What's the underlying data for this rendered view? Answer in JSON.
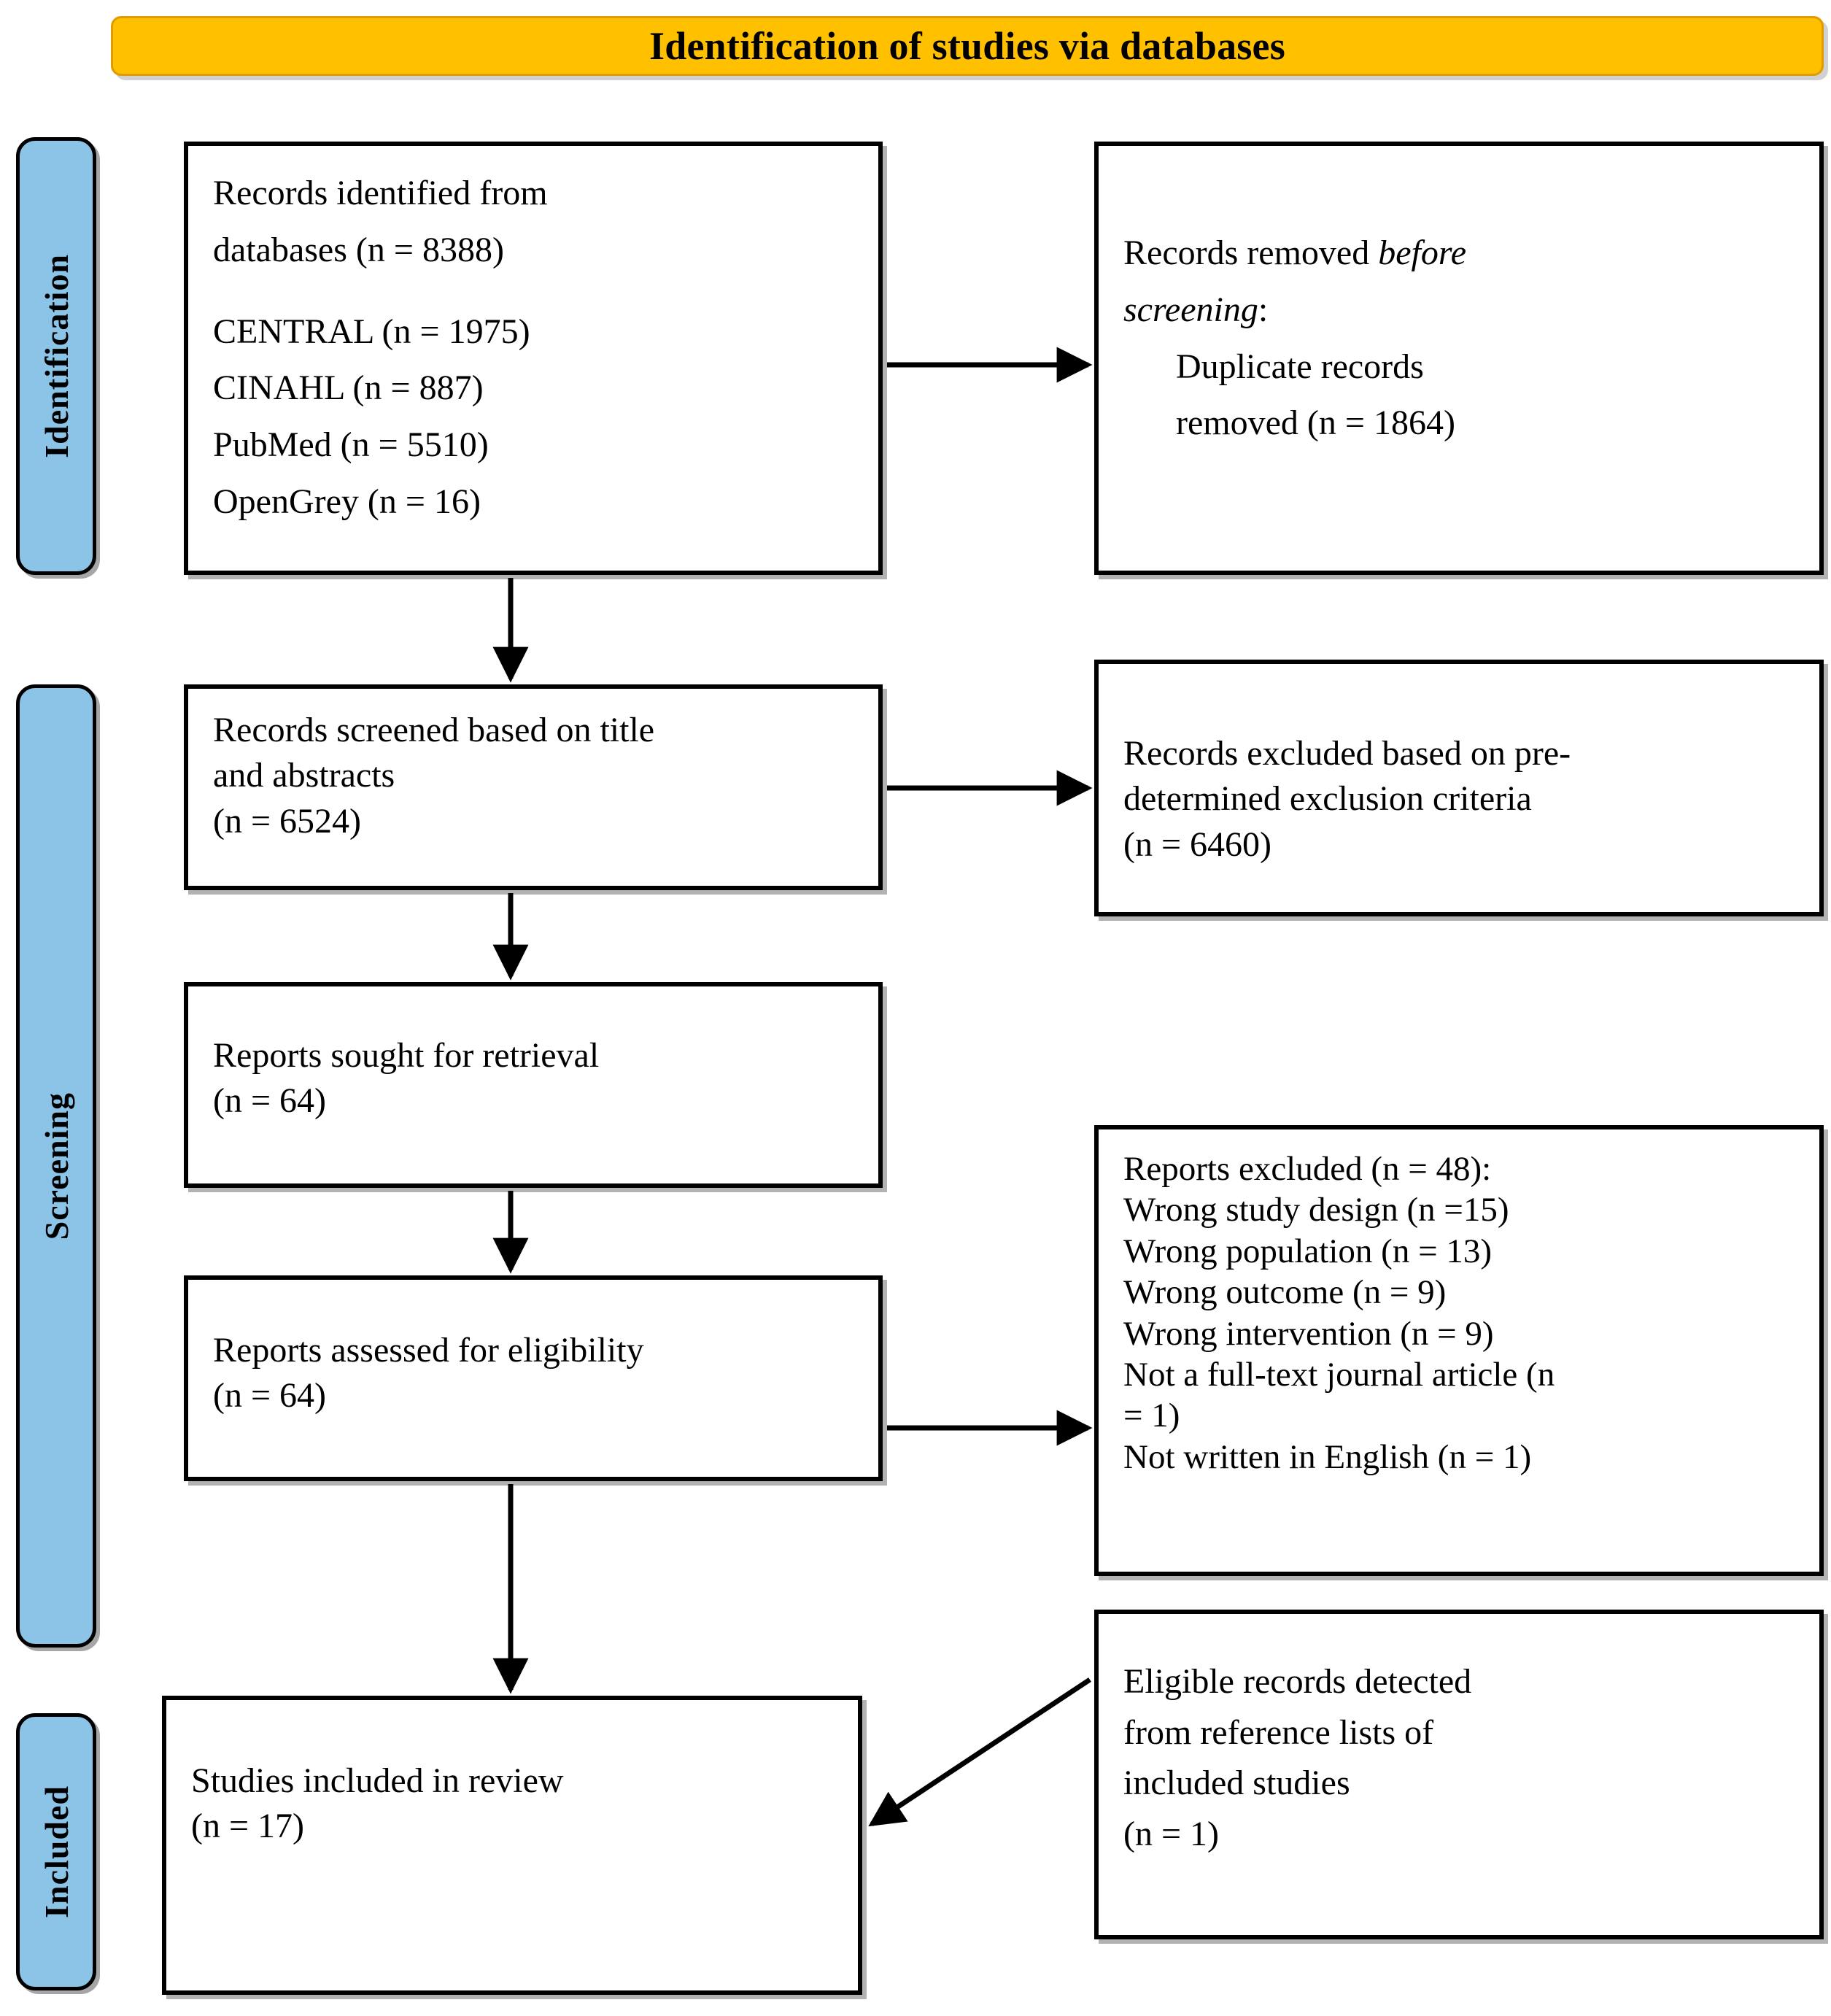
{
  "header": {
    "title": "Identification of studies via databases",
    "bg_color": "#FFC000"
  },
  "stages": [
    {
      "key": "identification",
      "label": "Identification",
      "color": "#8CC4E8"
    },
    {
      "key": "screening",
      "label": "Screening",
      "color": "#8CC4E8"
    },
    {
      "key": "included",
      "label": "Included",
      "color": "#8CC4E8"
    }
  ],
  "boxes": {
    "identified": {
      "lines": [
        "Records identified from",
        "databases (n = 8388)",
        "",
        "CENTRAL (n = 1975)",
        "CINAHL (n = 887)",
        "PubMed (n = 5510)",
        "OpenGrey (n = 16)"
      ]
    },
    "removed_before_screening": {
      "line1_prefix": "Records removed ",
      "line1_italic": "before",
      "line2_italic": "screening",
      "line2_suffix": ":",
      "line3": "Duplicate records",
      "line4": "removed (n = 1864)"
    },
    "records_screened": {
      "lines": [
        "Records screened based on title",
        "and abstracts",
        "(n = 6524)"
      ]
    },
    "records_excluded": {
      "lines": [
        "Records excluded based on pre-",
        "determined exclusion criteria",
        "(n = 6460)"
      ]
    },
    "reports_sought": {
      "lines": [
        "Reports sought for retrieval",
        "(n = 64)"
      ]
    },
    "reports_assessed": {
      "lines": [
        "Reports assessed for eligibility",
        "(n = 64)"
      ]
    },
    "reports_excluded": {
      "lines": [
        "Reports excluded (n = 48):",
        "Wrong study design (n =15)",
        "Wrong population (n = 13)",
        "Wrong outcome (n = 9)",
        "Wrong intervention (n = 9)",
        "Not a full-text journal article (n",
        "= 1)",
        "Not written in English (n = 1)"
      ]
    },
    "eligible_from_references": {
      "lines": [
        "Eligible records detected",
        "from reference lists of",
        "included studies",
        "(n = 1)"
      ]
    },
    "studies_included": {
      "lines": [
        "Studies included in review",
        "(n = 17)"
      ]
    }
  },
  "chart_data": {
    "type": "diagram",
    "title": "PRISMA 2020 flow diagram",
    "nodes": [
      {
        "id": "identified",
        "stage": "Identification",
        "label": "Records identified from databases",
        "n": 8388,
        "sources": [
          {
            "name": "CENTRAL",
            "n": 1975
          },
          {
            "name": "CINAHL",
            "n": 887
          },
          {
            "name": "PubMed",
            "n": 5510
          },
          {
            "name": "OpenGrey",
            "n": 16
          }
        ]
      },
      {
        "id": "removed",
        "stage": "Identification",
        "label": "Records removed before screening: Duplicate records removed",
        "n": 1864
      },
      {
        "id": "screened",
        "stage": "Screening",
        "label": "Records screened based on title and abstracts",
        "n": 6524
      },
      {
        "id": "excluded_pre",
        "stage": "Screening",
        "label": "Records excluded based on pre-determined exclusion criteria",
        "n": 6460
      },
      {
        "id": "sought",
        "stage": "Screening",
        "label": "Reports sought for retrieval",
        "n": 64
      },
      {
        "id": "assessed",
        "stage": "Screening",
        "label": "Reports assessed for eligibility",
        "n": 64
      },
      {
        "id": "reports_excluded",
        "stage": "Screening",
        "label": "Reports excluded",
        "n": 48,
        "reasons": [
          {
            "reason": "Wrong study design",
            "n": 15
          },
          {
            "reason": "Wrong population",
            "n": 13
          },
          {
            "reason": "Wrong outcome",
            "n": 9
          },
          {
            "reason": "Wrong intervention",
            "n": 9
          },
          {
            "reason": "Not a full-text journal article",
            "n": 1
          },
          {
            "reason": "Not written in English",
            "n": 1
          }
        ]
      },
      {
        "id": "eligible_refs",
        "stage": "Included",
        "label": "Eligible records detected from reference lists of included studies",
        "n": 1
      },
      {
        "id": "included",
        "stage": "Included",
        "label": "Studies included in review",
        "n": 17
      }
    ],
    "edges": [
      {
        "from": "identified",
        "to": "removed",
        "direction": "right"
      },
      {
        "from": "identified",
        "to": "screened",
        "direction": "down"
      },
      {
        "from": "screened",
        "to": "excluded_pre",
        "direction": "right"
      },
      {
        "from": "screened",
        "to": "sought",
        "direction": "down"
      },
      {
        "from": "sought",
        "to": "assessed",
        "direction": "down"
      },
      {
        "from": "assessed",
        "to": "reports_excluded",
        "direction": "right"
      },
      {
        "from": "assessed",
        "to": "included",
        "direction": "down"
      },
      {
        "from": "eligible_refs",
        "to": "included",
        "direction": "diagonal-left"
      }
    ]
  }
}
